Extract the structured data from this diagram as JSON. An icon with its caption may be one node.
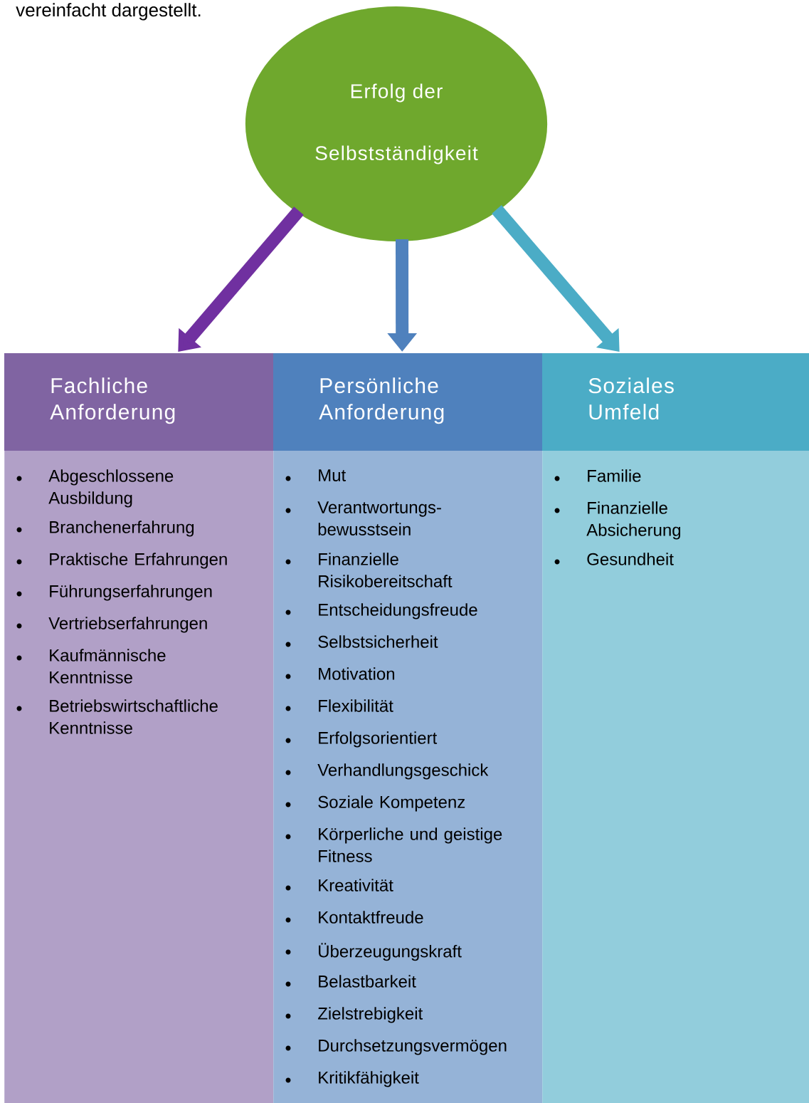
{
  "diagram": {
    "nodes": [
      {
        "text": [
          "Erfolg der Selbstständigkeit"
        ]
      },
      {
        "text": [
          "Fachliche Anforderung",
          "Abgeschlossene Ausbildung",
          "Branchenerfahrung",
          "Praktische Erfahrungen",
          "Führungserfahrungen",
          "Vertriebserfahrungen",
          "Kaufmännische Kenntnisse",
          "Betriebswirtschaftliche Kenntnisse"
        ]
      },
      {
        "text": [
          "Persönliche Anforderung",
          "Mut",
          "Verantwortungs- bewusstsein",
          "Finanzielle Risikobereitschaft",
          "Entscheidungsfreude",
          "Selbstsicherheit",
          "Motivation",
          "Flexibilität",
          "Erfolgsorientiert",
          "Verhandlungsgeschick",
          "Soziale Kompetenz",
          "Körperliche und geistige Fitness",
          "Kreativität",
          "Kontaktfreude",
          "Überzeugungskraft",
          "Belastbarkeit",
          "Zielstrebigkeit",
          "Durchsetzungsvermögen",
          "Kritikfähigkeit"
        ]
      },
      {
        "text": [
          "Soziales Umfeld",
          "Familie",
          "Finanzielle Absicherung",
          "Gesundheit"
        ]
      }
    ],
    "edges": [
      {
        "from": 0,
        "to": 1,
        "arrow": "to",
        "color": "#7030a0"
      },
      {
        "from": 0,
        "to": 2,
        "arrow": "to",
        "color": "#4f81bd"
      },
      {
        "from": 0,
        "to": 3,
        "arrow": "to",
        "color": "#4bacc6"
      }
    ],
    "labels": [
      "vereinfacht dargestellt."
    ]
  }
}
